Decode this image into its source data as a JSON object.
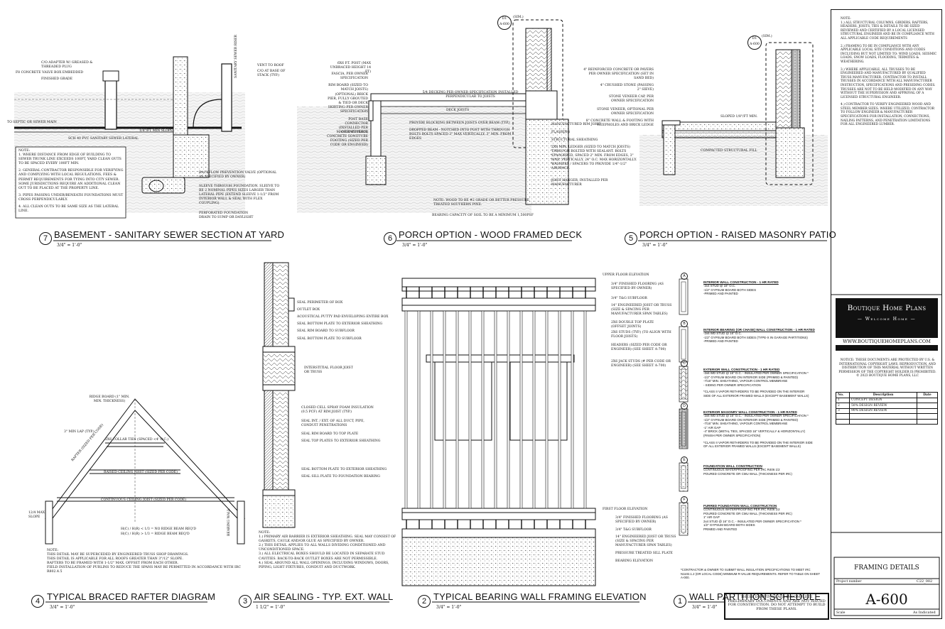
{
  "sheet": {
    "number": "A-600",
    "name": "FRAMING DETAILS",
    "project_number_label": "Project number",
    "project_number": "C22_002",
    "scale_label": "Scale",
    "scale": "As Indicated"
  },
  "brand": {
    "name": "Boutique Home Plans",
    "tagline": "— Welcome Home —",
    "url": "WWW.BOUTIQUEHOMEPLANS.COM",
    "copyright": "NOTICE: THESE DOCUMENTS ARE PROTECTED BY U.S. & INTERNATIONAL COPYRIGHT LAWS. REPRODUCTION, AND DISTRIBUTION OF THIS MATERIAL WITHOUT WRITTEN PERMISSION OF THE COPYRIGHT HOLDER IS PROHIBITED. © 2023 BOUTIQUE HOME PLANS, LLC"
  },
  "revisions": {
    "headers": [
      "No.",
      "Description",
      "Date"
    ],
    "rows": [
      [
        "1",
        "CONCEPT DESIGN",
        ""
      ],
      [
        "2",
        "50% DESIGN REVIEW",
        ""
      ],
      [
        "3",
        "90% DESIGN REVIEW",
        ""
      ],
      [
        "",
        "",
        ""
      ],
      [
        "",
        "",
        ""
      ]
    ]
  },
  "general_notes": [
    "NOTE:",
    "1.) ALL STRUCTURAL COLUMNS, GIRDERS, RAFTERS, HEADERS, JOISTS, TIES & DETAILS TO BE SIZED REVIEWED AND CERTIFIED BY A LOCAL LICENSED STRUCTURAL ENGINEER AND BE IN COMPLIANCE WITH ALL APPLICABLE CODE REQUIREMENTS",
    "2.) FRAMING TO BE IN COMPLIANCE WITH ANY APPLICABLE LOCAL SITE CONDITIONS AND CODES INCLUDING BUT NOT LIMITED TO: WIND LOADS, SEISMIC LOADS, SNOW LOADS, FLOODING, TERMITES & WEATHERING.",
    "3.) WHERE APPLICABLE, ALL TRUSSES TO BE ENGINEERED AND MANUFACTURED BY QUALIFIED TRUSS MANUFACTURER. CONTRACTOR TO INSTALL TRUSSES IN ACCORDANCE WITH ALL MANUFACTURER INSTRUCTION, SPECIFICATIONS AND PRESIDING CODES. TRUSSES ARE NOT TO BE HELD MODIFIED IN ANY WAY WITHOUT THE SUPERVISION AND APPROVAL OF A LICENSED STRUCTURAL ENGINEER.",
    "4.) CONTRACTOR TO VERIFY ENGINEERED WOOD AND STEEL MEMBER SIZES. WHERE UTILIZED, CONTRACTOR TO FOLLOW ENGINEER & MANUFACTURER SPECIFICATIONS FOR INSTALLATION, CONNECTIONS, NAILING PATTERNS, AND PENETRATION LIMITATIONS FOR ALL ENGINEERED LUMBER."
  ],
  "disclaimer": "THESE DRAWINGS ARE INCOMPLETE PRELIMINARY DOCUMENTS AND ARE NOT ISSUED FOR CONSTRUCTION. DO NOT ATTEMPT TO BUILD FROM THESE PLANS.",
  "details": {
    "d7": {
      "num": "7",
      "title": "BASEMENT - SANITARY SEWER SECTION AT YARD",
      "scale": "3/4\" = 1'-0\""
    },
    "d6": {
      "num": "6",
      "title": "PORCH OPTION - WOOD FRAMED DECK",
      "scale": "3/4\" = 1'-0\""
    },
    "d5": {
      "num": "5",
      "title": "PORCH OPTION - RAISED MASONRY PATIO",
      "scale": "3/4\" = 1'-0\""
    },
    "d4": {
      "num": "4",
      "title": "TYPICAL BRACED RAFTER DIAGRAM",
      "scale": "3/4\" = 1'-0\""
    },
    "d3": {
      "num": "3",
      "title": "AIR SEALING - TYP. EXT. WALL",
      "scale": "1 1/2\" = 1'-0\""
    },
    "d2": {
      "num": "2",
      "title": "TYPICAL BEARING WALL FRAMING ELEVATION",
      "scale": "3/4\" = 1'-0\""
    },
    "d1": {
      "num": "1",
      "title": "WALL PARTITION SCHEDULE",
      "scale": "3/4\" = 1'-0\""
    }
  },
  "d7_labels": {
    "co_adapter": "C/O ADAPTER W/ GREASED & THREADED PLUG",
    "valve_box": "F8 CONCRETE VALVE BOX EMBEDDED",
    "grade": "FINISHED GRADE",
    "vent": "VENT TO ROOF",
    "co_base": "C/O AT BASE OF STACK (TYP.)",
    "riser": "SANITARY SEWER RISER",
    "to_septic": "TO SEPTIC OR SEWER MAIN",
    "slope": "1/4\"/FT MIN SLOPE",
    "lateral": "SCH 40 PVC SANITARY SEWER LATERAL",
    "backflow": "BACKFLOW PREVENTION VALVE (OPTIONAL AS SPECIFIED BY OWNER)",
    "sleeve": "SLEEVE THROUGH FOUNDATION. SLEEVE TO BE 2 NOMINAL PIPES SIZES LARGER THAN LATERAL PIPE (EXTEND SLEEVE 1-1/2\" FROM INTERIOR WALL & SEAL WITH FLEX COUPLING)",
    "drain": "PERFORATED FOUNDATION DRAIN TO SUMP OR DAYLIGHT",
    "notes": [
      "NOTE:",
      "1. WHERE DISTANCE FROM EDGE OF BUILDING TO SEWER TRUNK LINE EXCEEDS 100FT, YARD CLEAN OUTS TO BE SPACED EVERY 100FT MIN.",
      "2. GENERAL CONTRACTOR RESPONSIBLE FOR VERIFYING AND COMPLYING WITH LOCAL REGULATIONS, FEES & PERMIT REQUIREMENTS FOR TYING INTO CITY SEWER. SOME JURISDICTIONS REQUIRE AN ADDITIONAL CLEAN OUT TO BE PLACED AT THE PROPERTY LINE.",
      "3. PIPES PASSING UNDER/BENEATH FOUNDATIONS MUST CROSS PERPENDICULARLY.",
      "4. ALL CLEAN OUTS TO BE SAME SIZE AS THE LATERAL LINE."
    ]
  },
  "d6_labels": {
    "post": "6X6 P.T. POST (MAX UNBRACED HEIGHT 14 FT)",
    "fascia": "FASCIA, PER OWNER SPECIFICATION",
    "rim": "RIM BOARD (SIZED TO MATCH JOISTS)",
    "brick": "(OPTIONAL) BRICK PIER, FULLY GROUTED & TIED OR DECK SKIRTING PER OWNER SPECIFICATION",
    "post_base": "POST BASE CONNECTOR (INSTALLED PER MANUFACTURER)",
    "footing": "CAST-IN-PLACE CONCRETE SONOTUBE FOOTING (SIZED PER CODE OR ENGINEER)",
    "decking": "5/4 DECKING PER OWNER SPECIFICATION INSTALLED PERPENDICULAR TO JOISTS",
    "joists": "DECK JOISTS",
    "blocking": "PROVIDE BLOCKING BETWEEN JOISTS OVER BEAM (TYP.)",
    "beam": "DROPPED BEAM - NOTCHED INTO POST WITH THROUGH BOLTS BOLTS SPACED 3\" MAX VERTICALLY, 3\" MIN. FROM EDGES",
    "mfr_rim": "MANUFACTURED RIM JOIST",
    "flashing": "FLASHING",
    "sheathing": "STRUCTURAL SHEATHING",
    "ledger": "2X8 MIN. LEDGER (SIZED TO MATCH JOISTS) THROUGH BOLTED WITH SEALANT. BOLTS STAGGERED, SPACED 2\" MIN. FROM EDGES, 3\" MAX. VERTICALLY, 24\" O.C. MAX HORIZONTALLY. WASHERS / SPACERS TO PROVIDE 1/4\"-1/2\" AIRSPACE.",
    "hanger": "JOIST HANGER, INSTALLED PER MANUFACTURER",
    "bearing": "BEARING CAPACITY OF SOIL TO BE A MINIMUM 1,500PSF",
    "note": "NOTE: WOOD TO BE #2 GRADE OR BETTER PRESSURE TREATED SOUTHERN PINE.",
    "sim_tag": "D1",
    "sim_sheet": "A-600",
    "sim": "(SIM.)"
  },
  "d5_labels": {
    "pavers": "4\" REINFORCED CONCRETE OR PAVERS PER OWNER SPECIFICATION (SET IN SAND BED)",
    "stone": "4\" CRUSHED STONE (PASSING 2\" SIEVE)",
    "cap": "STONE VENEER CAP, PER OWNER SPECIFICATION",
    "veneer": "STONE VENEER, OPTIONAL PER OWNER SPECIFICATION",
    "wall": "8\" CONCRETE WALL & FOOTING WITH WEEPHOLES AND BRICK LEDGE",
    "sloped": "SLOPED 1/8\"/FT MIN.",
    "fill": "COMPACTED STRUCTURAL FILL",
    "sim_tag": "D1",
    "sim_sheet": "A-600",
    "sim": "(SIM.)"
  },
  "d4_labels": {
    "ridge": "RIDGE BOARD (1\" MIN. MIN. THICKNESS)",
    "lap": "3\" MIN LAP (TYP.)",
    "collar": "2X6 COLLAR TIES (SPACED <4' O.C.)",
    "rafter": "RAFTER (SIZED PER CODE)",
    "raised": "RAISED CEILING JOIST (SIZED PER CODE)",
    "continuous": "CONTINUOUS CEILING JOIST (SIZED PER CODE)",
    "bearing_wall": "BEARING WALL",
    "slope": "12/4 MAX SLOPE",
    "r1": "H(C) / H(R) < 1/3 = NO RIDGE BEAM REQ'D",
    "r2": "H(C) / H(R) > 1/3 = RIDGE BEAM REQ'D",
    "notes": [
      "NOTE:",
      "THIS DETAIL MAY BE SUPERCEDED BY ENGINEERED TRUSS SHOP DRAWINGS.",
      "THIS DETAIL IS APPLICABLE FOR ALL ROOFS GREATER THAN 3\"/12\" SLOPE.",
      "RAFTERS TO BE FRAMED WITH 1-1/2\" MAX. OFFSET FROM EACH OTHER.",
      "FIELD INSTALLATION OF PURLINS TO REDUCE THE SPANS MAY BE PERMITTED IN ACCORDANCE WITH IRC R802.4.5"
    ]
  },
  "d3_labels": {
    "perimeter": "SEAL PERIMETER OF BOX",
    "outlet": "OUTLET BOX",
    "putty": "ACOUSTICAL PUTTY PAD ENVELOPING ENTIRE BOX",
    "bottom_ext": "SEAL BOTTOM PLATE TO EXTERIOR SHEATHING",
    "rim_sub": "SEAL RIM BOARD TO SUBFLOOR",
    "bottom_sub": "SEAL BOTTOM PLATE TO SUBFLOOR",
    "interstitial": "INTERSTITIAL FLOOR JOIST OR TRUSS",
    "foam": "CLOSED CELL SPRAY FOAM INSULATION (0.5 PCF) AT RIM JOIST (TYP.)",
    "int_ext": "SEAL INT. / EXT. OF ALL DUCT, PIPE, CONDUIT PENETRATIONS",
    "rim_top": "SEAL RIM BOARD TO TOP PLATE",
    "top_plates": "SEAL TOP PLATES TO EXTERIOR SHEATHING",
    "bottom_ext2": "SEAL BOTTOM PLATE TO EXTERIOR SHEATHING",
    "sill": "SEAL SILL PLATE TO FOUNDATION BEARING",
    "notes": [
      "NOTE:",
      "1.) PRIMARY AIR BARRIER IS EXTERIOR SHEATHING. SEAL MAY CONSIST OF GASKETS, CAULK AND/OR GLUE AS SPECIFIED BY OWNER.",
      "2.) THIS DETAIL APPLIES TO ALL WALLS DIVIDING CONDITIONED AND UNCONDITIONED SPACE.",
      "3.) ALL ELECTRICAL BOXES SHOULD BE LOCATED IN SEPARATE STUD CAVITIES. BACK-TO-BACK OUTLET BOXES ARE NOT PERMISSIBLE.",
      "4.) SEAL AROUND ALL WALL OPENINGS, INCLUDING WINDOWS, DOORS, PIPING, LIGHT FIXTURES, CONDUIT AND DUCTWORK."
    ]
  },
  "d2_labels": {
    "upper": "UPPER FLOOR ELEVATION",
    "flooring_u": "3/4\" FINISHED FLOORING (AS SPECIFIED BY OWNER)",
    "subfloor_u": "3/4\" T&G SUBFLOOR",
    "engineered_u": "14\" ENGINEERED JOIST OR TRUSS (SIZE & SPACING PER MANUFACTURER SPAN TABLES)",
    "double_top": "2X6 DOUBLE TOP PLATE (OFFSET JOINTS)",
    "studs": "2X6 STUDS (TYP.) (TO ALIGN WITH FLOOR JOISTS)",
    "headers": "HEADERS (SIZED PER CODE OR ENGINEER) (SEE SHEET A-700)",
    "jack": "2X6 JACK STUDS (# PER CODE OR ENGINEER) (SEE SHEET A-700)",
    "first": "FIRST FLOOR ELEVATION",
    "flooring_l": "3/4\" FINISHED FLOORING (AS SPECIFIED BY OWNER)",
    "subfloor_l": "3/4\" T&G SUBFLOOR",
    "engineered_l": "14\" ENGINEERED JOIST OR TRUSS (SIZE & SPACING PER MANUFACTURER SPAN TABLES)",
    "sill": "PRESSURE TREATED SILL PLATE",
    "bearing": "BEARING ELEVATION"
  },
  "schedule": [
    {
      "tag": "A",
      "title": "INTERIOR WALL CONSTRUCTION - 1 HR RATED",
      "lines": [
        "-2x4 STUD @ 16\" O.C.",
        "-1/2\" GYPSUM BOARD BOTH SIDES",
        "-PRIMED AND PAINTED"
      ]
    },
    {
      "tag": "B",
      "title": "INTERIOR BEARING (OR CHASE) WALL CONSTRUCTION - 1 HR RATED",
      "lines": [
        "-2x6 WD STUD @ 16\" O.C.",
        "-1/2\" GYPSUM BOARD BOTH SIDES (TYPE-X IN GARAGE PARTITIONS)",
        "-PRIMED AND PAINTED"
      ]
    },
    {
      "tag": "C",
      "title": "EXTERIOR WALL CONSTRUCTION - 1 HR RATED",
      "lines": [
        "-2x6 WD STUD @ 16\" O.C. - INSULATED PER OWNER SPECIFICATION *",
        "-1/2\" GYPSUM BOARD ON INTERIOR SIDE (PRIMED & PAINTED)",
        "-7/16\" MIN. SHEATHING, VAPOUR CONTROL MEMBRANE",
        "- SIDING PER OWNER SPECIFICATION",
        "",
        "*CLASS II VAPOR RETARDERS TO BE PROVIDED ON THE INTERIOR",
        "SIDE OF ALL EXTERIOR FRAMED WALLS (EXCEPT BASEMENT WALLS)"
      ]
    },
    {
      "tag": "D",
      "title": "EXTERIOR MASONRY WALL CONSTRUCTION - 1 HR RATED",
      "lines": [
        "-2x6 WD STUD @ 16\" O.C. - INSULATED PER OWNER SPECIFICATION *",
        "-1/2\" GYPSUM BOARD ON INTERIOR SIDE (PRIMED & PAINTED)",
        "-7/16\" MIN. SHEATHING, VAPOUR CONTROL MEMBRANE",
        "-1\" AIR GAP",
        "-4\" BRICK (METAL TIES, SPACED 16\" VERTICALLY & HORIZONTALLY)",
        "(FINISH PER OWNER SPECIFICATION)",
        "",
        "*CLASS II VAPOR RETARDERS TO BE PROVIDED ON THE INTERIOR SIDE",
        "OF ALL EXTERIOR FRAMED WALLS (EXCEPT BASEMENT WALLS)"
      ]
    },
    {
      "tag": "E",
      "title": "FOUNDATION WALL CONSTRUCTION",
      "lines": [
        "CONTINUOUS WATERPROOFING PER IRC R406 1/2",
        "POURED CONCRETE OR CMU WALL (THICKNESS PER IRC)"
      ]
    },
    {
      "tag": "F",
      "title": "FURRED FOUNDATION WALL CONSTRUCTION",
      "lines": [
        "CONTINUOUS WATERPROOFING PER IRC R406 1/2",
        "POURED CONCRETE OR CMU WALL (THICKNESS PER IRC)",
        "1\" AIR GAP",
        "2x4 STUD @ 16\" O.C. - INSULATED PER OWNER SPECIFICATION *",
        "1/2\" GYPSUM BOARD BOTH SIDES",
        "PRIMED AND PAINTED"
      ]
    }
  ],
  "schedule_note": "*CONTRACTOR & OWNER TO SUBMIT WALL INSULATION SPECIFICATIONS TO MEET IRC N1102.1.2 (OR LOCAL CODE) MINIMUM R-VALUE REQUIREMENTS. REFER TO TABLE ON SHEET A-000."
}
